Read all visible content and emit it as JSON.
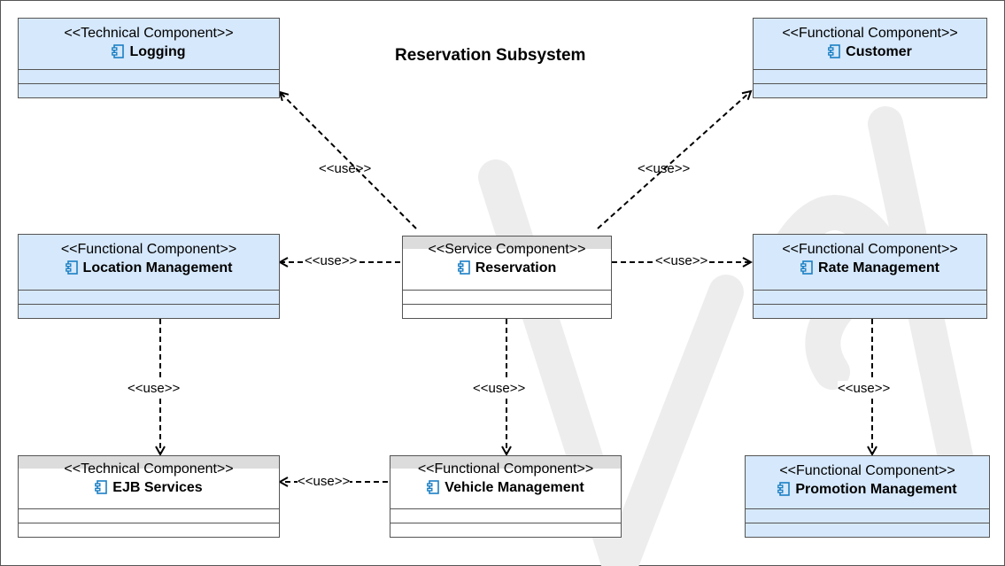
{
  "diagram": {
    "title": "Reservation Subsystem",
    "use_label": "<<use>>",
    "components": {
      "logging": {
        "stereotype": "<<Technical Component>>",
        "name": "Logging"
      },
      "customer": {
        "stereotype": "<<Functional Component>>",
        "name": "Customer"
      },
      "location": {
        "stereotype": "<<Functional Component>>",
        "name": "Location Management"
      },
      "reservation": {
        "stereotype": "<<Service Component>>",
        "name": "Reservation"
      },
      "rate": {
        "stereotype": "<<Functional Component>>",
        "name": "Rate Management"
      },
      "ejb": {
        "stereotype": "<<Technical Component>>",
        "name": "EJB Services"
      },
      "vehicle": {
        "stereotype": "<<Functional Component>>",
        "name": "Vehicle Management"
      },
      "promotion": {
        "stereotype": "<<Functional Component>>",
        "name": "Promotion Management"
      }
    }
  },
  "colors": {
    "blue_fill": "#d6e8fb",
    "white_fill": "#ffffff",
    "icon_color": "#1a7fc4",
    "watermark": "#ededed"
  }
}
